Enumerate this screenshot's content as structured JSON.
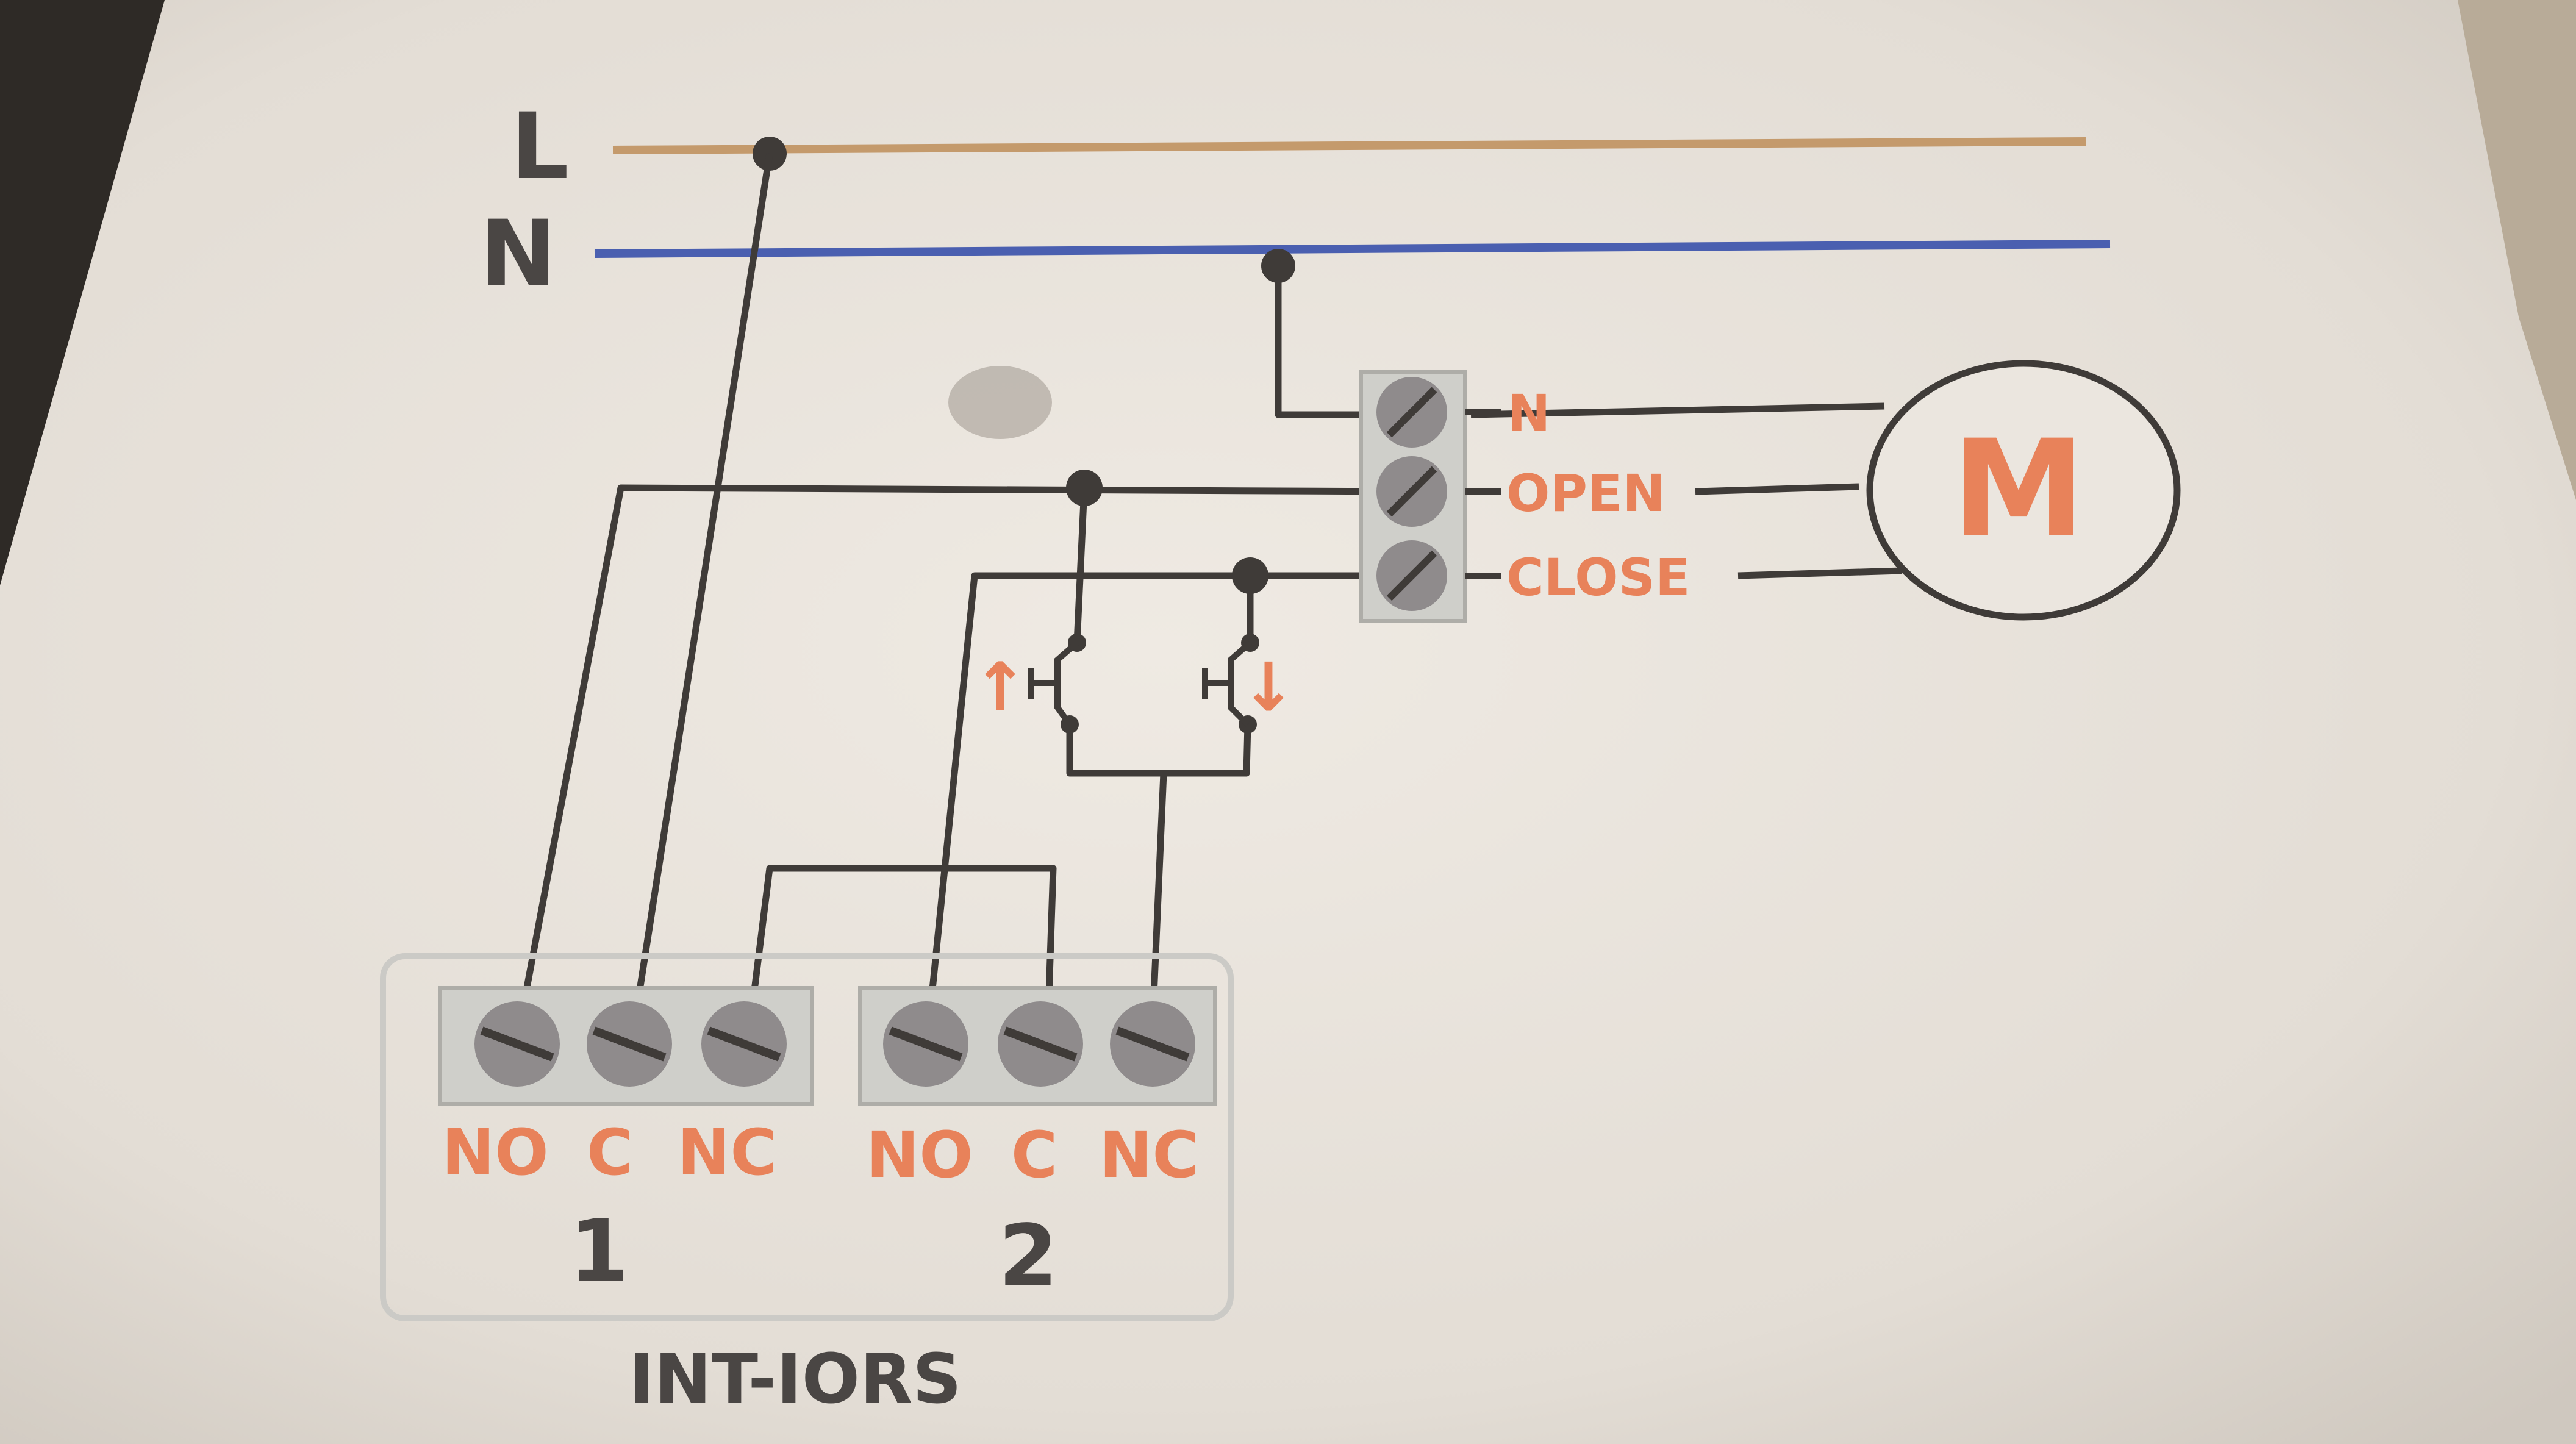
{
  "rails": {
    "line_label": "L",
    "neutral_label": "N"
  },
  "motor": {
    "symbol": "M"
  },
  "motor_terminals": {
    "n": "N",
    "open": "OPEN",
    "close": "CLOSE"
  },
  "switches": {
    "up_arrow": "↑",
    "down_arrow": "↓"
  },
  "relay1": {
    "no": "NO",
    "c": "C",
    "nc": "NC",
    "number": "1"
  },
  "relay2": {
    "no": "NO",
    "c": "C",
    "nc": "NC",
    "number": "2"
  },
  "device": {
    "name": "INT-IORS"
  },
  "colors": {
    "line_wire": "#c49a6c",
    "neutral_wire": "#4a5fb0",
    "wire": "#3f3b38",
    "accent": "#e8825a",
    "terminal_block": "#cfcfca",
    "screw": "#8f8b8c",
    "paper": "#ebe6df"
  }
}
